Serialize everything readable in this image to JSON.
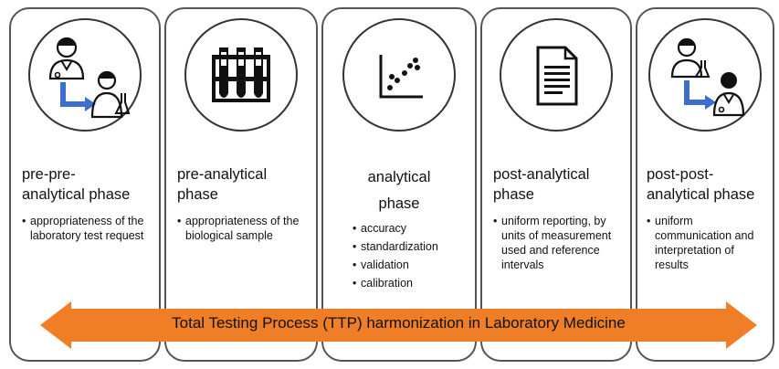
{
  "phases": [
    {
      "title_lines": [
        "pre-pre-",
        "analytical phase"
      ],
      "bullets": [
        "appropriateness of the laboratory test request"
      ],
      "icon": "doctor-to-lab-icon"
    },
    {
      "title_lines": [
        "pre-analytical",
        "phase"
      ],
      "bullets": [
        "appropriateness of the biological sample"
      ],
      "icon": "test-tubes-icon"
    },
    {
      "title_lines": [
        "analytical",
        "phase"
      ],
      "bullets": [
        "accuracy",
        "standardization",
        "validation",
        "calibration"
      ],
      "icon": "scatter-plot-icon"
    },
    {
      "title_lines": [
        "post-analytical",
        "phase"
      ],
      "bullets": [
        "uniform reporting, by units of measurement used and reference intervals"
      ],
      "icon": "document-icon"
    },
    {
      "title_lines": [
        "post-post-",
        "analytical phase"
      ],
      "bullets": [
        "uniform communication and interpretation of results"
      ],
      "icon": "lab-to-doctor-icon"
    }
  ],
  "banner": {
    "label": "Total Testing Process (TTP) harmonization in Laboratory Medicine",
    "color": "#ef7e27"
  },
  "colors": {
    "arrow_blue": "#3a6fd0",
    "panel_border": "#555555"
  }
}
